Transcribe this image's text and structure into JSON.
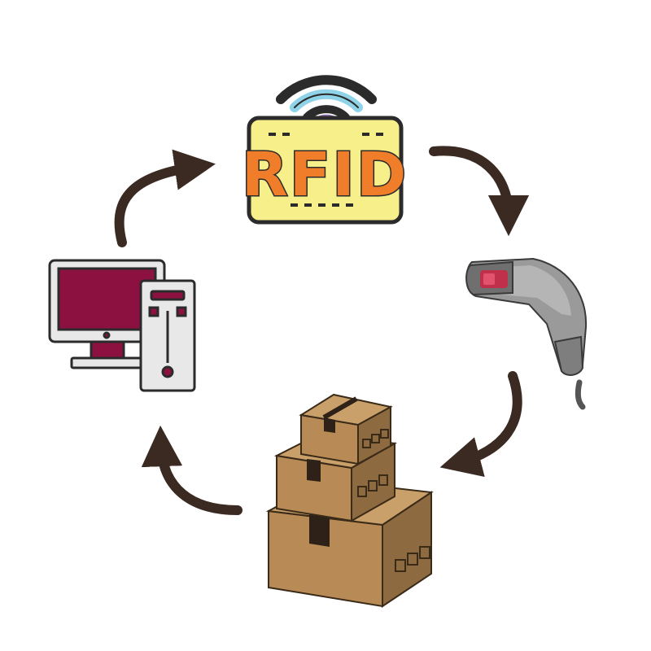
{
  "rfid_tag": {
    "label": "RFID",
    "icon": "rfid-tag-icon",
    "colors": {
      "card": "#f7f08a",
      "text": "#f07d2a",
      "outline": "#2b2b2b",
      "wave_inner": "#8a6fb3",
      "wave_mid": "#8fd3e8"
    }
  },
  "nodes": [
    {
      "id": "rfid-tag",
      "icon": "rfid-tag-icon"
    },
    {
      "id": "barcode-scanner",
      "icon": "barcode-scanner-icon"
    },
    {
      "id": "boxes",
      "icon": "cardboard-boxes-icon"
    },
    {
      "id": "computer",
      "icon": "desktop-computer-icon"
    }
  ],
  "colors": {
    "arrow": "#3a2a22",
    "monitor_screen": "#8c1040",
    "box_front": "#b88a55",
    "box_side": "#8e6a40",
    "box_top": "#caa06a",
    "scanner_body": "#9a9a9a",
    "scanner_window": "#c0304a"
  }
}
